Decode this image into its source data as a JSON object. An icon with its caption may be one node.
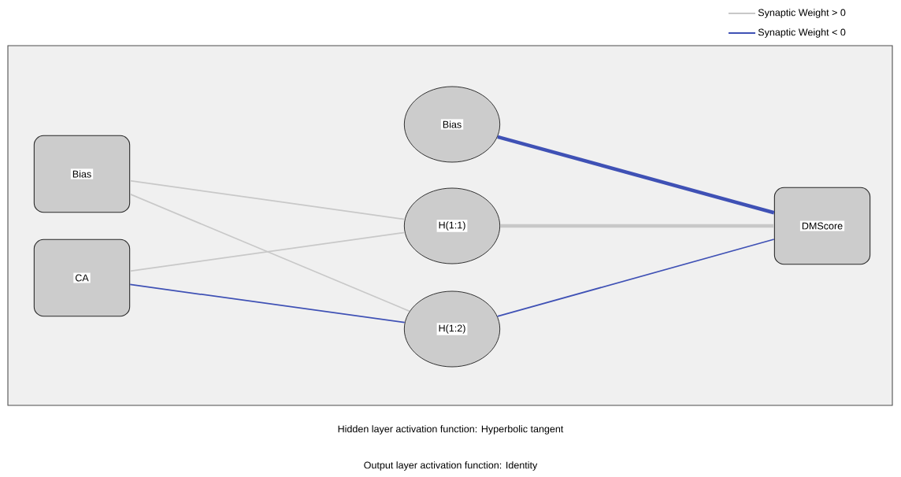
{
  "diagram": {
    "nodes": [
      {
        "text": [
          "Bias"
        ]
      },
      {
        "text": [
          "CA"
        ]
      },
      {
        "text": [
          "Bias"
        ]
      },
      {
        "text": [
          "H(1:1)"
        ]
      },
      {
        "text": [
          "H(1:2)"
        ]
      },
      {
        "text": [
          "DMScore"
        ]
      }
    ],
    "edges": [
      {
        "from": 0,
        "to": 3,
        "arrow": "none"
      },
      {
        "from": 0,
        "to": 4,
        "arrow": "none"
      },
      {
        "from": 1,
        "to": 3,
        "arrow": "none"
      },
      {
        "from": 1,
        "to": 4,
        "arrow": "none",
        "color": "#3f51b5"
      },
      {
        "from": 2,
        "to": 5,
        "arrow": "none",
        "style": "thick",
        "color": "#3f51b5"
      },
      {
        "from": 3,
        "to": 5,
        "arrow": "none",
        "style": "thick"
      },
      {
        "from": 4,
        "to": 5,
        "arrow": "none",
        "color": "#3f51b5"
      }
    ],
    "labels": [
      "Hidden layer activation function: Hyperbolic tangent",
      "Output layer activation function: Identity"
    ],
    "legend": [
      {
        "text": "Synaptic Weight > 0"
      },
      {
        "text": "Synaptic Weight < 0"
      }
    ]
  }
}
